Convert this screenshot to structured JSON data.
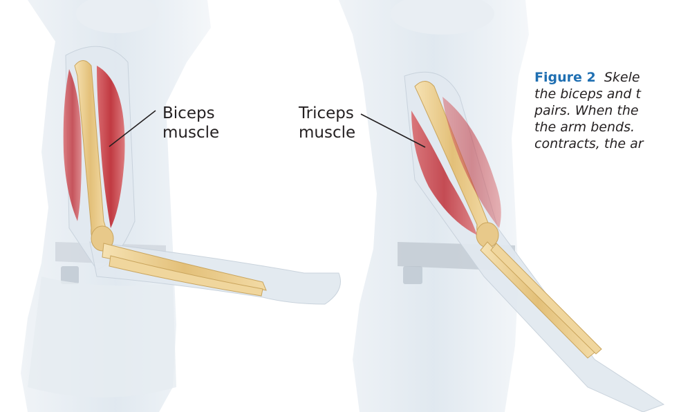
{
  "labels": {
    "biceps": [
      "Biceps",
      "muscle"
    ],
    "triceps": [
      "Triceps",
      "muscle"
    ]
  },
  "caption": {
    "figure_label": "Figure 2",
    "line1": "Skele",
    "line2": "the biceps and t",
    "line3": "pairs. When the",
    "line4": "the arm bends.",
    "line5": "contracts, the ar"
  },
  "colors": {
    "figure_label": "#1f6fb2",
    "muscle": "#c9434a",
    "bone": "#e8c98a",
    "body": "#e4ecf3"
  }
}
